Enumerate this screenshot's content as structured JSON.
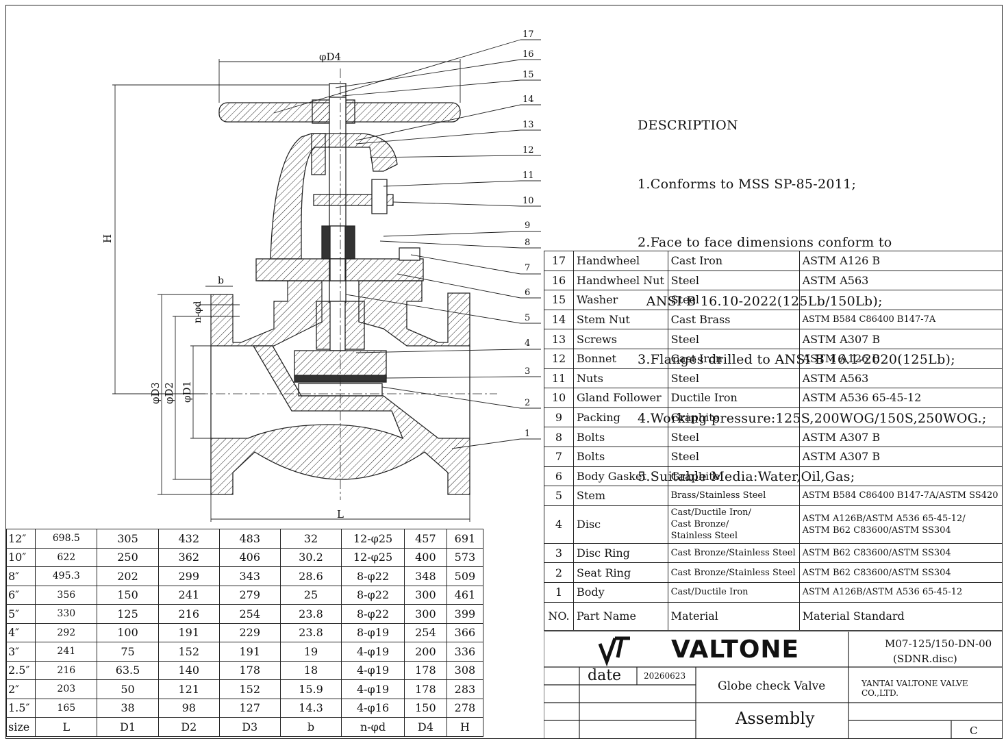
{
  "description": {
    "heading": "DESCRIPTION",
    "lines": [
      "1.Conforms to MSS SP-85-2011;",
      "2.Face to face dimensions conform to",
      "  ANSI B 16.10-2022(125Lb/150Lb);",
      "3.Flanges drilled to ANSI B 16.1-2020(125Lb);",
      "4.Working pressure:125S,200WOG/150S,250WOG.;",
      "5.Suitable Media:Water,Oil,Gas;"
    ]
  },
  "drawing": {
    "dim_labels": {
      "D4": "φD4",
      "H": "H",
      "b": "b",
      "nd": "n-φd",
      "D3": "φD3",
      "D2": "φD2",
      "D1": "φD1",
      "L": "L"
    },
    "callouts": [
      "17",
      "16",
      "15",
      "14",
      "13",
      "12",
      "11",
      "10",
      "9",
      "8",
      "7",
      "6",
      "5",
      "4",
      "3",
      "2",
      "1"
    ]
  },
  "parts": {
    "rows": [
      {
        "no": "17",
        "name": "Handwheel",
        "material": "Cast Iron",
        "standard": "ASTM A126 B"
      },
      {
        "no": "16",
        "name": "Handwheel Nut",
        "material": "Steel",
        "standard": "ASTM A563"
      },
      {
        "no": "15",
        "name": "Washer",
        "material": "Steel",
        "standard": ""
      },
      {
        "no": "14",
        "name": "Stem Nut",
        "material": "Cast Brass",
        "standard": "ASTM B584  C86400 B147-7A"
      },
      {
        "no": "13",
        "name": "Screws",
        "material": "Steel",
        "standard": "ASTM A307 B"
      },
      {
        "no": "12",
        "name": "Bonnet",
        "material": "Cast Iron",
        "standard": "ASTM A126 B"
      },
      {
        "no": "11",
        "name": "Nuts",
        "material": "Steel",
        "standard": "ASTM A563"
      },
      {
        "no": "10",
        "name": "Gland Follower",
        "material": "Ductile Iron",
        "standard": "ASTM A536 65-45-12"
      },
      {
        "no": "9",
        "name": "Packing",
        "material": "Graphite",
        "standard": ""
      },
      {
        "no": "8",
        "name": "Bolts",
        "material": "Steel",
        "standard": "ASTM A307 B"
      },
      {
        "no": "7",
        "name": "Bolts",
        "material": "Steel",
        "standard": "ASTM A307 B"
      },
      {
        "no": "6",
        "name": "Body Gasket",
        "material": "Graphite",
        "standard": ""
      },
      {
        "no": "5",
        "name": "Stem",
        "material": "Brass/Stainless Steel",
        "standard": "ASTM B584 C86400 B147-7A/ASTM SS420"
      },
      {
        "no": "4",
        "name": "Disc",
        "material": "Cast/Ductile Iron/\nCast Bronze/\nStainless Steel",
        "standard": "ASTM A126B/ASTM A536 65-45-12/\nASTM B62 C83600/ASTM SS304"
      },
      {
        "no": "3",
        "name": "Disc Ring",
        "material": "Cast Bronze/Stainless Steel",
        "standard": "ASTM B62 C83600/ASTM SS304"
      },
      {
        "no": "2",
        "name": "Seat Ring",
        "material": "Cast Bronze/Stainless Steel",
        "standard": "ASTM B62 C83600/ASTM SS304"
      },
      {
        "no": "1",
        "name": "Body",
        "material": "Cast/Ductile Iron",
        "standard": "ASTM A126B/ASTM A536 65-45-12"
      }
    ],
    "header": {
      "no": "NO.",
      "name": "Part Name",
      "material": "Material",
      "standard": "Material Standard"
    }
  },
  "sizes": {
    "header": [
      "size",
      "L",
      "D1",
      "D2",
      "D3",
      "b",
      "n-φd",
      "D4",
      "H"
    ],
    "rows": [
      [
        "12″",
        "698.5",
        "305",
        "432",
        "483",
        "32",
        "12-φ25",
        "457",
        "691"
      ],
      [
        "10″",
        "622",
        "250",
        "362",
        "406",
        "30.2",
        "12-φ25",
        "400",
        "573"
      ],
      [
        "8″",
        "495.3",
        "202",
        "299",
        "343",
        "28.6",
        "8-φ22",
        "348",
        "509"
      ],
      [
        "6″",
        "356",
        "150",
        "241",
        "279",
        "25",
        "8-φ22",
        "300",
        "461"
      ],
      [
        "5″",
        "330",
        "125",
        "216",
        "254",
        "23.8",
        "8-φ22",
        "300",
        "399"
      ],
      [
        "4″",
        "292",
        "100",
        "191",
        "229",
        "23.8",
        "8-φ19",
        "254",
        "366"
      ],
      [
        "3″",
        "241",
        "75",
        "152",
        "191",
        "19",
        "4-φ19",
        "200",
        "336"
      ],
      [
        "2.5″",
        "216",
        "63.5",
        "140",
        "178",
        "18",
        "4-φ19",
        "178",
        "308"
      ],
      [
        "2″",
        "203",
        "50",
        "121",
        "152",
        "15.9",
        "4-φ19",
        "178",
        "283"
      ],
      [
        "1.5″",
        "165",
        "38",
        "98",
        "127",
        "14.3",
        "4-φ16",
        "150",
        "278"
      ]
    ]
  },
  "title_block": {
    "brand": "VALTONE",
    "drawing_no_1": "M07-125/150-DN-00",
    "drawing_no_2": "(SDNR.disc)",
    "date_label": "date",
    "date_value": "20260623",
    "product": "Globe check Valve",
    "company": "YANTAI VALTONE VALVE CO.,LTD.",
    "drawing_type": "Assembly",
    "revision": "C"
  }
}
